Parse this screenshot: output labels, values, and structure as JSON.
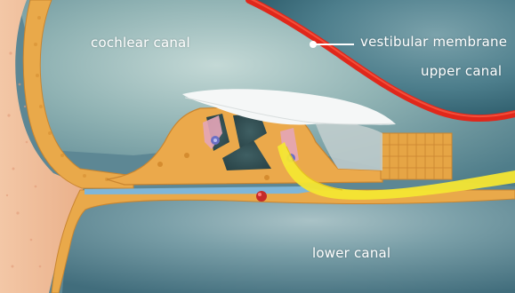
{
  "labels": {
    "cochlear_canal": "cochlear canal",
    "vestibular_membrane": "vestibular membrane",
    "upper_canal": "upper canal",
    "lower_canal": "lower canal"
  },
  "colors": {
    "canal_fluid": "#5f8a96",
    "membrane_red": "#e0271b",
    "tissue_orange": "#e9a94a",
    "tissue_pink": "#f1c19d",
    "basilar_blue": "#7fb6d8",
    "nerve_yellow": "#f4e631",
    "tectorial_white": "#f5f7f7"
  }
}
